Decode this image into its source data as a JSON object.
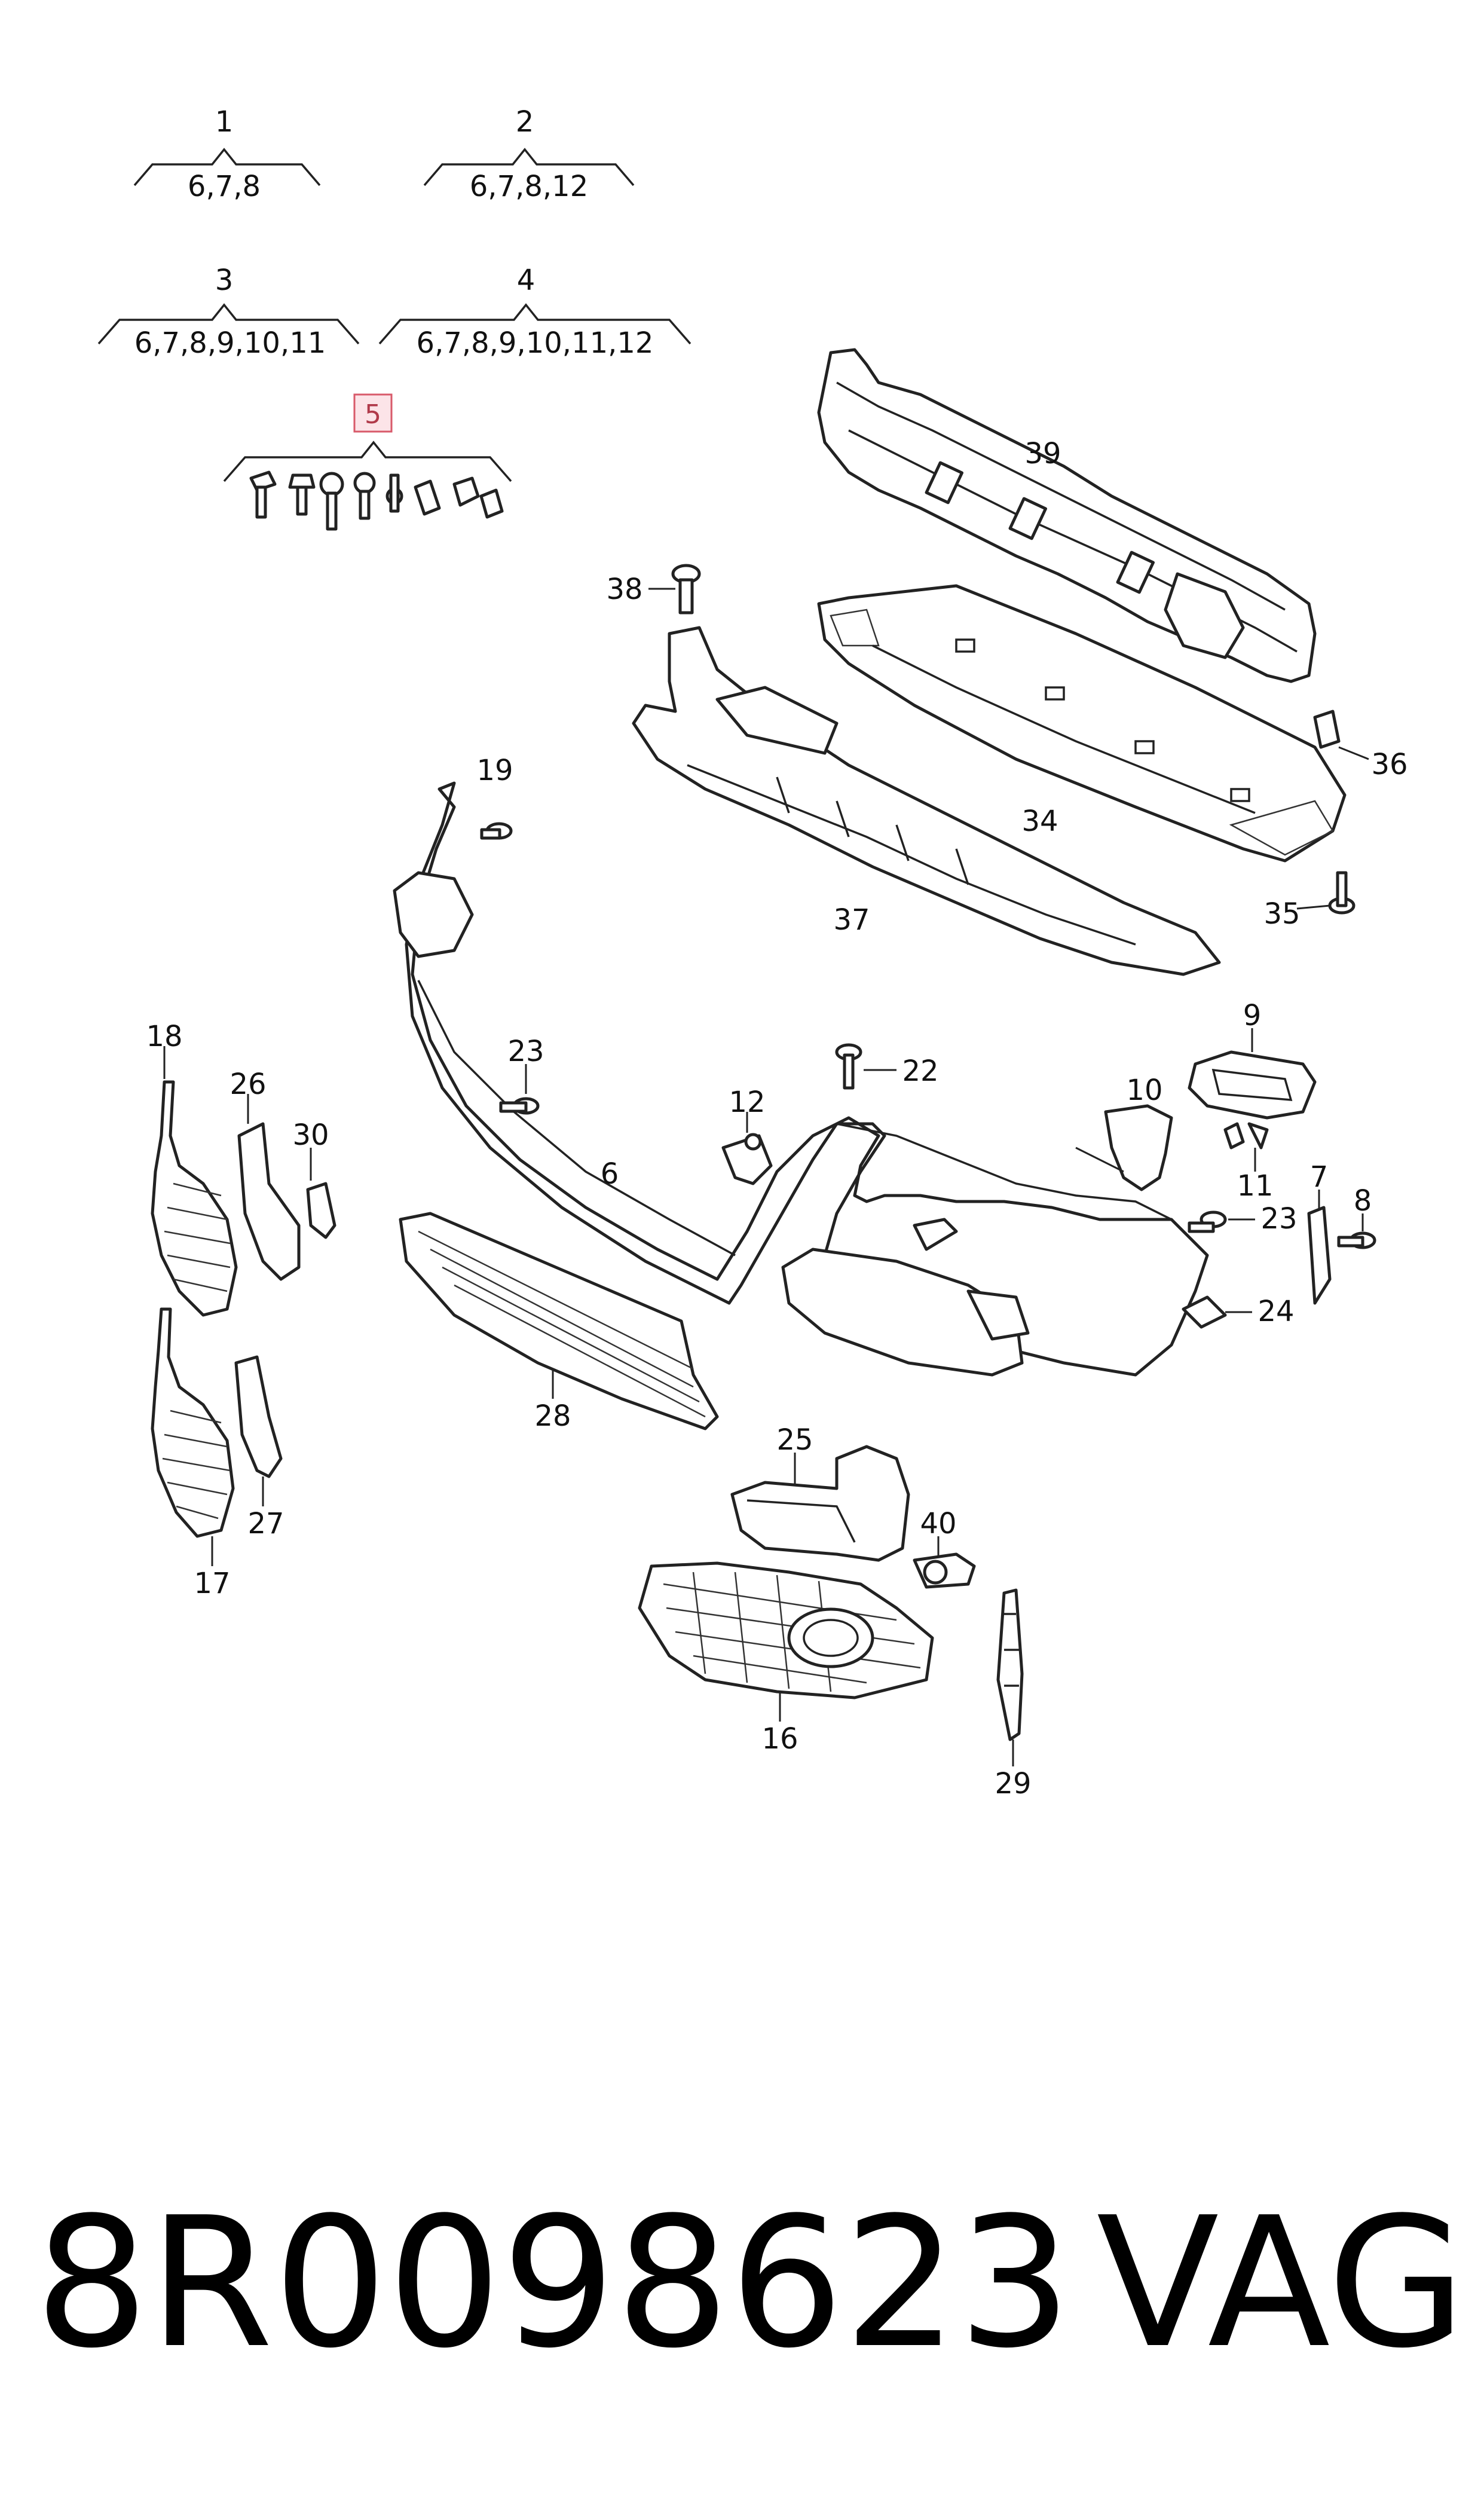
{
  "groups": [
    {
      "number": "1",
      "contents": "6,7,8"
    },
    {
      "number": "2",
      "contents": "6,7,8,12"
    },
    {
      "number": "3",
      "contents": "6,7,8,9,10,11"
    },
    {
      "number": "4",
      "contents": "6,7,8,9,10,11,12"
    },
    {
      "number": "5",
      "contents": ""
    }
  ],
  "callouts": [
    "39",
    "38",
    "36",
    "34",
    "19",
    "37",
    "35",
    "18",
    "23",
    "26",
    "22",
    "30",
    "10",
    "9",
    "12",
    "6",
    "11",
    "7",
    "23",
    "8",
    "24",
    "28",
    "25",
    "40",
    "17",
    "27",
    "16",
    "29"
  ],
  "footer": {
    "part_number": "8R0098623",
    "brand": "VAG"
  },
  "colors": {
    "highlight_box": "#d85a6a",
    "highlight_fill": "#fce4e8",
    "ink": "#222222"
  }
}
